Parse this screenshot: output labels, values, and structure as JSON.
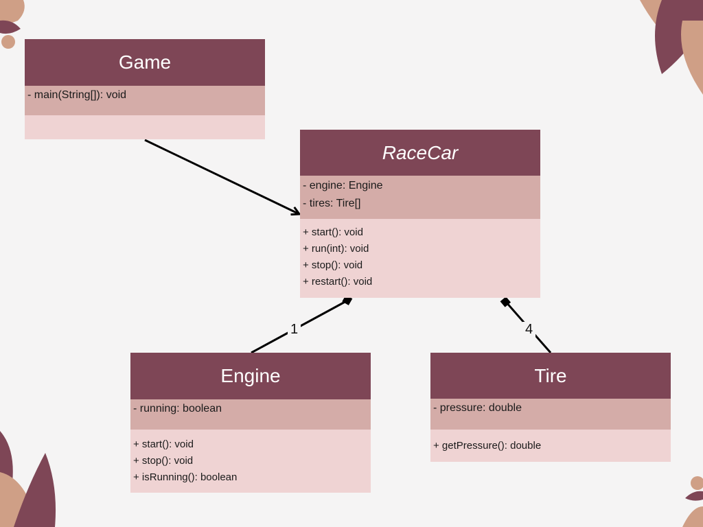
{
  "colors": {
    "header": "#7e4656",
    "attributes": "#d4aca8",
    "methods": "#efd3d3",
    "background": "#f5f4f4",
    "deco_dark": "#7e4656",
    "deco_light": "#cf9f86"
  },
  "classes": {
    "game": {
      "name": "Game",
      "attributes": [
        "- main(String[]): void"
      ],
      "methods": []
    },
    "racecar": {
      "name": "RaceCar",
      "abstract": true,
      "attributes": [
        "- engine: Engine",
        "- tires: Tire[]"
      ],
      "methods": [
        "+ start(): void",
        "+ run(int): void",
        "+ stop(): void",
        "+ restart(): void"
      ]
    },
    "engine": {
      "name": "Engine",
      "attributes": [
        "- running: boolean"
      ],
      "methods": [
        "+ start(): void",
        "+ stop(): void",
        "+ isRunning(): boolean"
      ]
    },
    "tire": {
      "name": "Tire",
      "attributes": [
        "- pressure: double"
      ],
      "methods": [
        "+ getPressure(): double"
      ]
    }
  },
  "relations": {
    "engine_multiplicity": "1",
    "tire_multiplicity": "4"
  }
}
